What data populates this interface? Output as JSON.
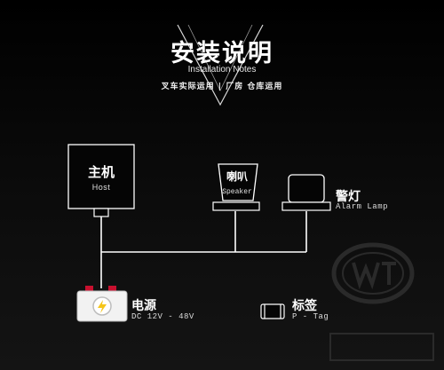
{
  "header": {
    "title": "安装说明",
    "subtitle": "Installation Notes",
    "note": "叉车实际运用 | 厂房 仓库运用"
  },
  "components": {
    "host": {
      "label": "主机",
      "label_en": "Host"
    },
    "speaker": {
      "label": "喇叭",
      "label_en": "Speaker"
    },
    "lamp": {
      "label": "警灯",
      "label_en": "Alarm Lamp"
    },
    "power": {
      "label": "电源",
      "label_en": "DC 12V  -  48V"
    },
    "tag": {
      "label": "标签",
      "label_en": "P - Tag"
    }
  },
  "colors": {
    "line": "#ffffff",
    "battery_red": "#c8102e",
    "battery_body": "#f2f2f2",
    "bolt": "#f5c518",
    "watermark": "#2a2a2a"
  },
  "icons": {
    "battery": "battery-icon",
    "bolt": "lightning-bolt-icon",
    "tag": "tag-icon",
    "logo": "watermark-logo"
  }
}
